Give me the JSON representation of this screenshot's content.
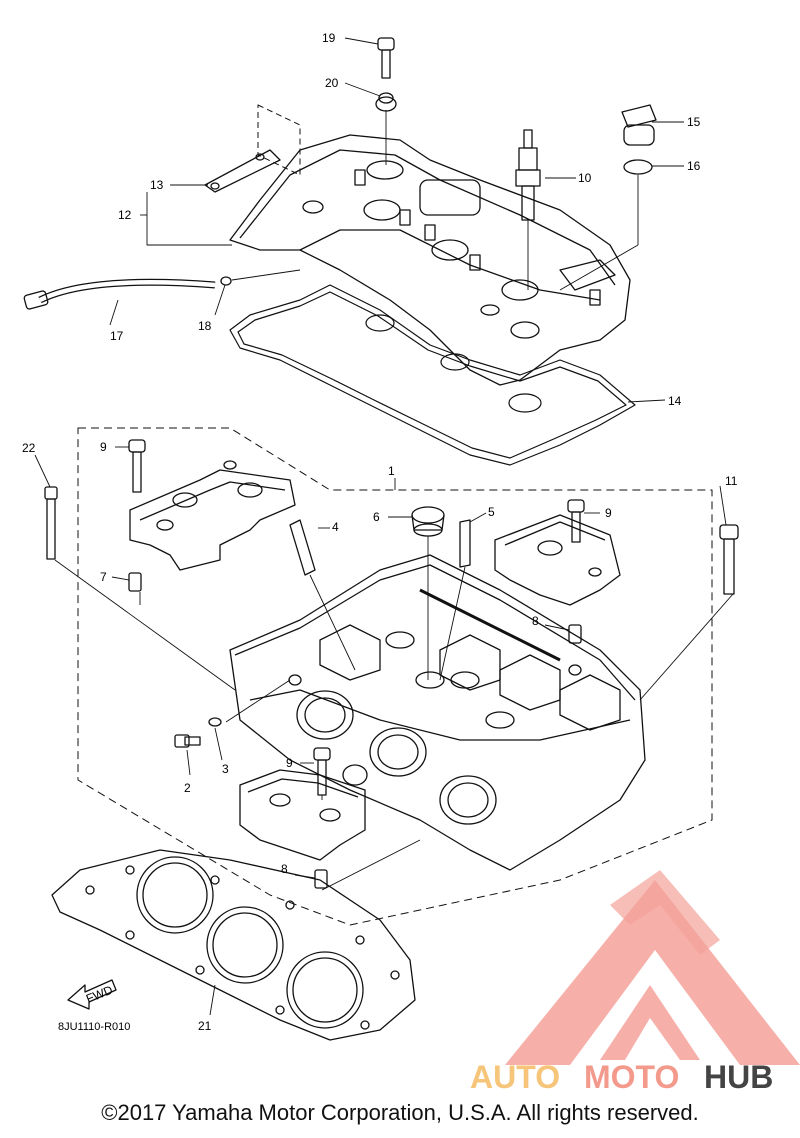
{
  "diagram": {
    "callouts": [
      "1",
      "2",
      "3",
      "4",
      "5",
      "6",
      "7",
      "8",
      "8",
      "9",
      "9",
      "9",
      "10",
      "11",
      "12",
      "13",
      "14",
      "15",
      "16",
      "17",
      "18",
      "19",
      "20",
      "21",
      "22"
    ],
    "drawing_code": "8JU1110-R010",
    "fwd_label": "FWD"
  },
  "watermark": {
    "part1": "AUTO",
    "part2": "MOTO",
    "part3": "HUB",
    "colors": {
      "auto": "#f6c57a",
      "moto": "#f39a8c",
      "hub": "#444444",
      "logo": "#f4a29a"
    }
  },
  "footer": {
    "copyright": "©2017 Yamaha Motor Corporation, U.S.A. All rights reserved."
  }
}
